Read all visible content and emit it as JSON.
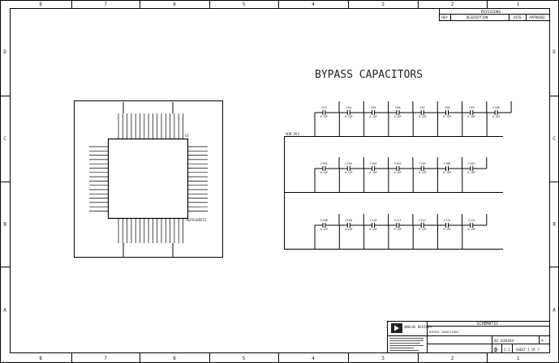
{
  "sheet": {
    "columns": [
      "8",
      "7",
      "6",
      "5",
      "4",
      "3",
      "2",
      "1"
    ],
    "rows": [
      "D",
      "C",
      "B",
      "A"
    ]
  },
  "revisions": {
    "title": "REVISIONS",
    "headers": [
      "REV",
      "DESCRIPTION",
      "DATE",
      "APPROVED"
    ]
  },
  "title": "BYPASS CAPACITORS",
  "ic": {
    "ref": "U1",
    "part": "AD7616BSTZ"
  },
  "net": {
    "power": "VDD_3V3"
  },
  "capacitors": {
    "value": "0.1UF",
    "rows": [
      [
        "C93",
        "C94",
        "C95",
        "C96",
        "C97",
        "C98",
        "C99",
        "C100"
      ],
      [
        "C101",
        "C102",
        "C103",
        "C104",
        "C105",
        "C106",
        "C107"
      ],
      [
        "C108",
        "C109",
        "C110",
        "C111",
        "C112",
        "C113",
        "C114"
      ]
    ]
  },
  "title_block": {
    "company": "ANALOG DEVICES",
    "heading": "SCHEMATIC",
    "drawing_title": "BYPASS CAPACITORS",
    "size": "D",
    "scale": "1:1",
    "sheet": "SHEET 1 OF 7",
    "rev": "A",
    "drawing_no": "02_036464"
  }
}
